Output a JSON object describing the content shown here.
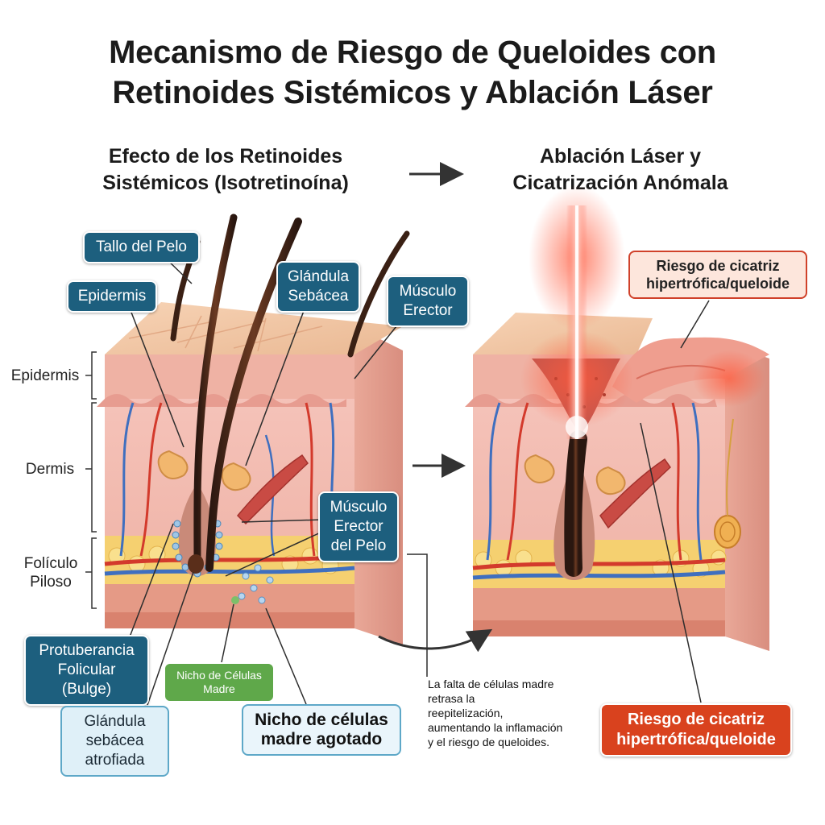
{
  "title": {
    "line1": "Mecanismo de Riesgo de Queloides con",
    "line2": "Retinoides Sistémicos y Ablación Láser"
  },
  "left_panel": {
    "heading_line1": "Efecto de los Retinoides",
    "heading_line2": "Sistémicos (Isotretinoína)"
  },
  "right_panel": {
    "heading_line1": "Ablación Láser y",
    "heading_line2": "Cicatrización Anómala"
  },
  "side_labels": {
    "epidermis": "Epidermis",
    "dermis": "Dermis",
    "foliculo_line1": "Folículo",
    "foliculo_line2": "Piloso"
  },
  "callouts": {
    "tallo": "Tallo del Pelo",
    "epidermis": "Epidermis",
    "glandula_line1": "Glándula",
    "glandula_line2": "Sebácea",
    "musculo_line1": "Músculo",
    "musculo_line2": "Erector",
    "musculo_pelo_line1": "Músculo",
    "musculo_pelo_line2": "Erector",
    "musculo_pelo_line3": "del Pelo",
    "bulge_line1": "Protuberancia",
    "bulge_line2": "Folicular",
    "bulge_line3": "(Bulge)",
    "atrofiada_line1": "Glándula",
    "atrofiada_line2": "sebácea",
    "atrofiada_line3": "atrofiada",
    "nicho_small_line1": "Nicho de Células",
    "nicho_small_line2": "Madre",
    "nicho_agotado_line1": "Nicho de células",
    "nicho_agotado_line2": "madre agotado",
    "riesgo_top_line1": "Riesgo de cicatriz",
    "riesgo_top_line2": "hipertrófica/queloide",
    "riesgo_bottom_line1": "Riesgo de cicatriz",
    "riesgo_bottom_line2": "hipertrófica/queloide"
  },
  "note": "La falta de células madre\nretrasa la\nreepitelización,\naumentando la inflamación\ny el riesgo de queloides.",
  "colors": {
    "label_blue": "#1d5f7e",
    "risk_red": "#d9421e",
    "niche_green": "#5fa84a",
    "laser": "#ff4d3a"
  }
}
